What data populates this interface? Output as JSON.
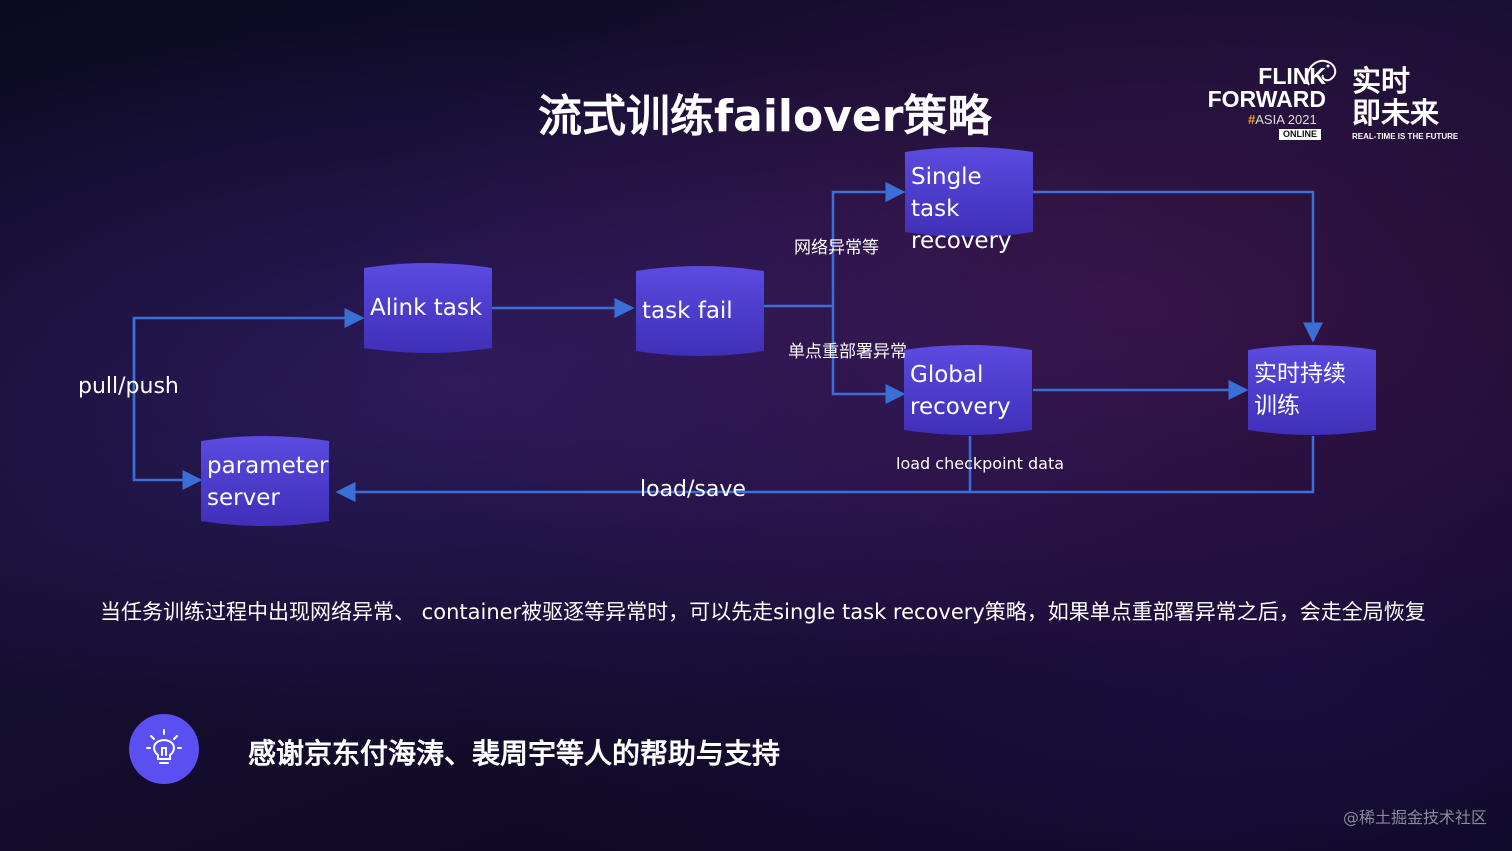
{
  "title": "流式训练failover策略",
  "logo": {
    "line1": "FLINK",
    "line2": "FORWARD",
    "hash": "#",
    "event": "ASIA 2021",
    "online": "ONLINE",
    "cn": "实时\n即未来",
    "tagline": "REAL-TIME IS THE FUTURE"
  },
  "diagram": {
    "nodes": {
      "alink_task": "Alink task",
      "task_fail": "task fail",
      "single_task_recovery": "Single task\nrecovery",
      "global_recovery": "Global\nrecovery",
      "realtime_training": "实时持续\n训练",
      "parameter_server": "parameter\nserver"
    },
    "edge_labels": {
      "network": "网络异常等",
      "single_redeploy": "单点重部署异常",
      "pull_push": "pull/push",
      "load_checkpoint": "load checkpoint data",
      "load_save": "load/save"
    },
    "colors": {
      "node_top": "#5b4be0",
      "node_bottom": "#3f2fb8",
      "arrow": "#3a6fd8"
    }
  },
  "paragraph": "当任务训练过程中出现网络异常、 container被驱逐等异常时，可以先走single task recovery策略，如果单点重部署异常之后，会走全局恢复",
  "thanks": {
    "icon": "lightbulb-icon",
    "text": "感谢京东付海涛、裴周宇等人的帮助与支持"
  },
  "watermark": "@稀土掘金技术社区"
}
